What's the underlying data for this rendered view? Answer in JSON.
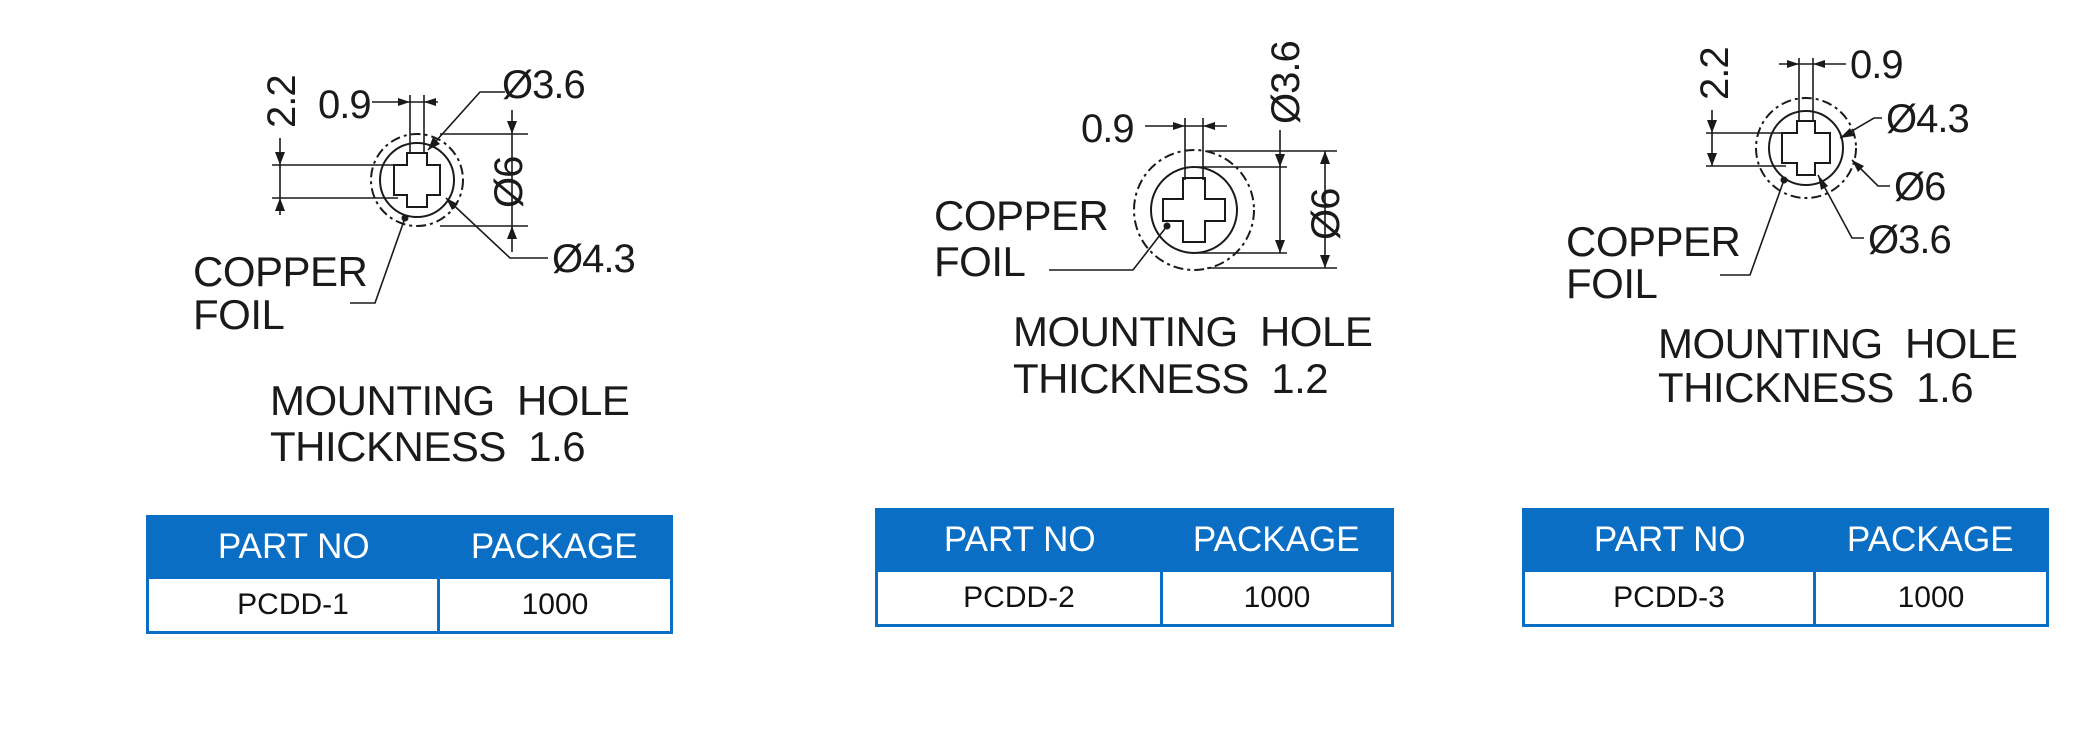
{
  "panels": [
    {
      "dims": {
        "slot": "0.9",
        "d_inner": "Ø3.6",
        "d_outer": "Ø6",
        "d_pad": "Ø4.3",
        "offset": "2.2"
      },
      "label": {
        "foil_1": "COPPER",
        "foil_2": "FOIL"
      },
      "caption": {
        "line1": "MOUNTING  HOLE",
        "line2": "THICKNESS  1.6"
      },
      "table": {
        "col1_header": "PART NO",
        "col2_header": "PACKAGE",
        "part_no": "PCDD-1",
        "package": "1000"
      }
    },
    {
      "dims": {
        "slot": "0.9",
        "d_inner": "Ø3.6",
        "d_outer": "Ø6"
      },
      "label": {
        "foil_1": "COPPER",
        "foil_2": "FOIL"
      },
      "caption": {
        "line1": "MOUNTING  HOLE",
        "line2": "THICKNESS  1.2"
      },
      "table": {
        "col1_header": "PART NO",
        "col2_header": "PACKAGE",
        "part_no": "PCDD-2",
        "package": "1000"
      }
    },
    {
      "dims": {
        "slot": "0.9",
        "d_inner": "Ø3.6",
        "d_outer": "Ø6",
        "d_pad": "Ø4.3",
        "offset": "2.2"
      },
      "label": {
        "foil_1": "COPPER",
        "foil_2": "FOIL"
      },
      "caption": {
        "line1": "MOUNTING  HOLE",
        "line2": "THICKNESS  1.6"
      },
      "table": {
        "col1_header": "PART NO",
        "col2_header": "PACKAGE",
        "part_no": "PCDD-3",
        "package": "1000"
      }
    }
  ]
}
